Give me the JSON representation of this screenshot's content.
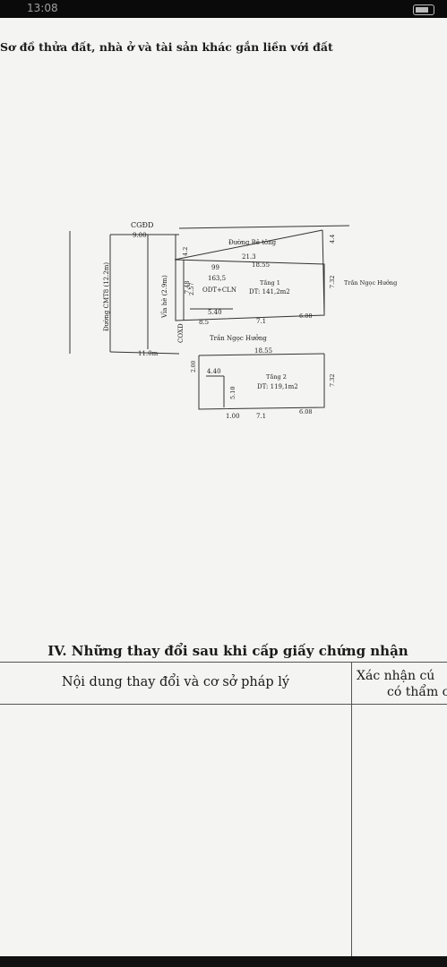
{
  "status": {
    "time": "13:08"
  },
  "document": {
    "heading": "Sơ đồ thửa đất, nhà ở và tài sản khác gắn liền với đất",
    "plan": {
      "road_top": "CGĐD",
      "road_top_width": "9.00",
      "road_left": "Đường CMT8 (12.2m)",
      "sidewalk": "Vỉa hè (2.9m)",
      "coxd": "COXD",
      "bottom_left_dim": "11.0m",
      "street_bessing": "Đường Bê tông",
      "dim_4_2": "4.2",
      "dim_21_3": "21.3",
      "dim_4_4": "4.4",
      "dim_18_55_top": "18.55",
      "dim_7_32_right": "7.32",
      "neighbor_right": "Trần Ngọc Hưởng",
      "parcel_no": "99",
      "map_sheet": "163,5",
      "land_use": "ODT+CLN",
      "floor1": "Tầng 1",
      "floor1_area": "DT: 141,2m2",
      "dim_7_48": "7.48",
      "dim_2_57": "2.57",
      "dim_5_40": "5.40",
      "dim_8_5": "8.5",
      "dim_7_1_a": "7.1",
      "dim_6_08_a": "6.08",
      "neighbor_bottom": "Trần Ngọc Hưởng",
      "dim_18_55_bottom": "18.55",
      "dim_2_00": "2.00",
      "dim_4_40": "4.40",
      "dim_7_32_b": "7.32",
      "floor2": "Tầng 2",
      "floor2_area": "DT: 119,1m2",
      "dim_5_10": "5.10",
      "dim_1_00": "1.00",
      "dim_7_1_b": "7.1",
      "dim_6_08_b": "6.08"
    },
    "section_title": "IV. Những thay đổi sau khi cấp giấy chứng nhận",
    "table": {
      "col1": "Nội dung thay đổi và cơ sở pháp lý",
      "col2_line1": "Xác nhận cú",
      "col2_line2": "có thẩm c"
    }
  }
}
